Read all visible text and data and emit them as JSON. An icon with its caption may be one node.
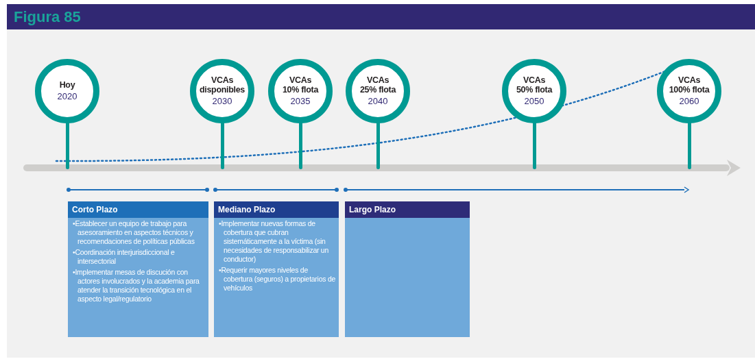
{
  "diagram": {
    "title": "Figura 85",
    "nodes": [
      {
        "text": [
          "Hoy",
          "2020"
        ]
      },
      {
        "text": [
          "VCAs disponibles",
          "2030"
        ]
      },
      {
        "text": [
          "VCAs 10% flota",
          "2035"
        ]
      },
      {
        "text": [
          "VCAs 25% flota",
          "2040"
        ]
      },
      {
        "text": [
          "VCAs 50% flota",
          "2050"
        ]
      },
      {
        "text": [
          "VCAs 100% flota",
          "2060"
        ]
      },
      {
        "text": [
          "Corto Plazo",
          "•Establecer un equipo de trabajo para asesoramiento en aspectos técnicos y recomendaciones de políticas públicas",
          "•Coordinación interjurisdiccional e intersectorial",
          "•Implementar mesas de discución con actores involucrados y la academia para atender la transición tecnológica en el aspecto legal/regulatorio"
        ]
      },
      {
        "text": [
          "Mediano Plazo",
          "•Implementar nuevas formas de cobertura que cubran sistemáticamente a la víctima (sin necesidades de responsabilizar un conductor)",
          "•Requerir mayores niveles de cobertura (seguros) a propietarios de vehículos"
        ]
      },
      {
        "text": [
          "Largo Plazo"
        ]
      }
    ],
    "edges": []
  }
}
